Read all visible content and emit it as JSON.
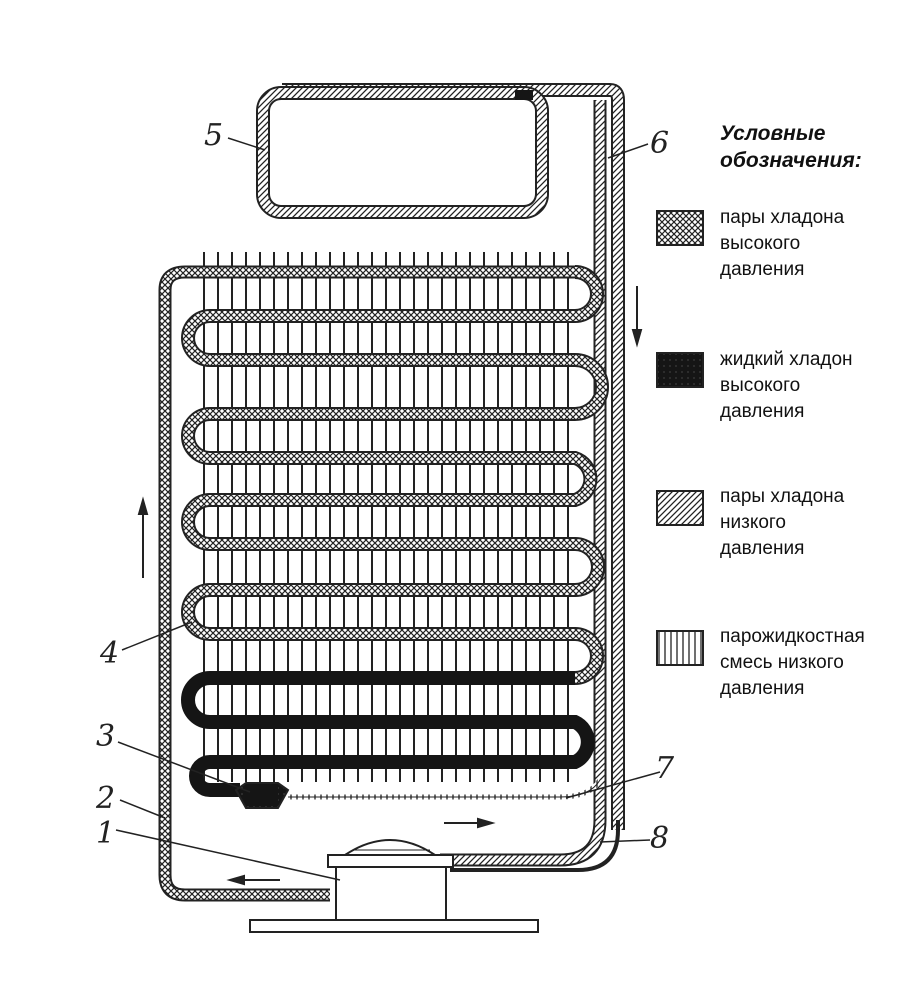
{
  "labels": {
    "n1": "1",
    "n2": "2",
    "n3": "3",
    "n4": "4",
    "n5": "5",
    "n6": "6",
    "n7": "7",
    "n8": "8"
  },
  "legend": {
    "title_line1": "Условные",
    "title_line2": "обозначения:",
    "items": [
      {
        "lines": [
          "пары хладона",
          "высокого",
          "давления"
        ]
      },
      {
        "lines": [
          "жидкий хладон",
          "высокого",
          "давления"
        ]
      },
      {
        "lines": [
          "пары хладона",
          "низкого",
          "давления"
        ]
      },
      {
        "lines": [
          "парожидкостная",
          "смесь  низкого",
          "давления"
        ]
      }
    ]
  },
  "colors": {
    "ink": "#222222",
    "liquid": "#151515",
    "background": "#ffffff"
  }
}
